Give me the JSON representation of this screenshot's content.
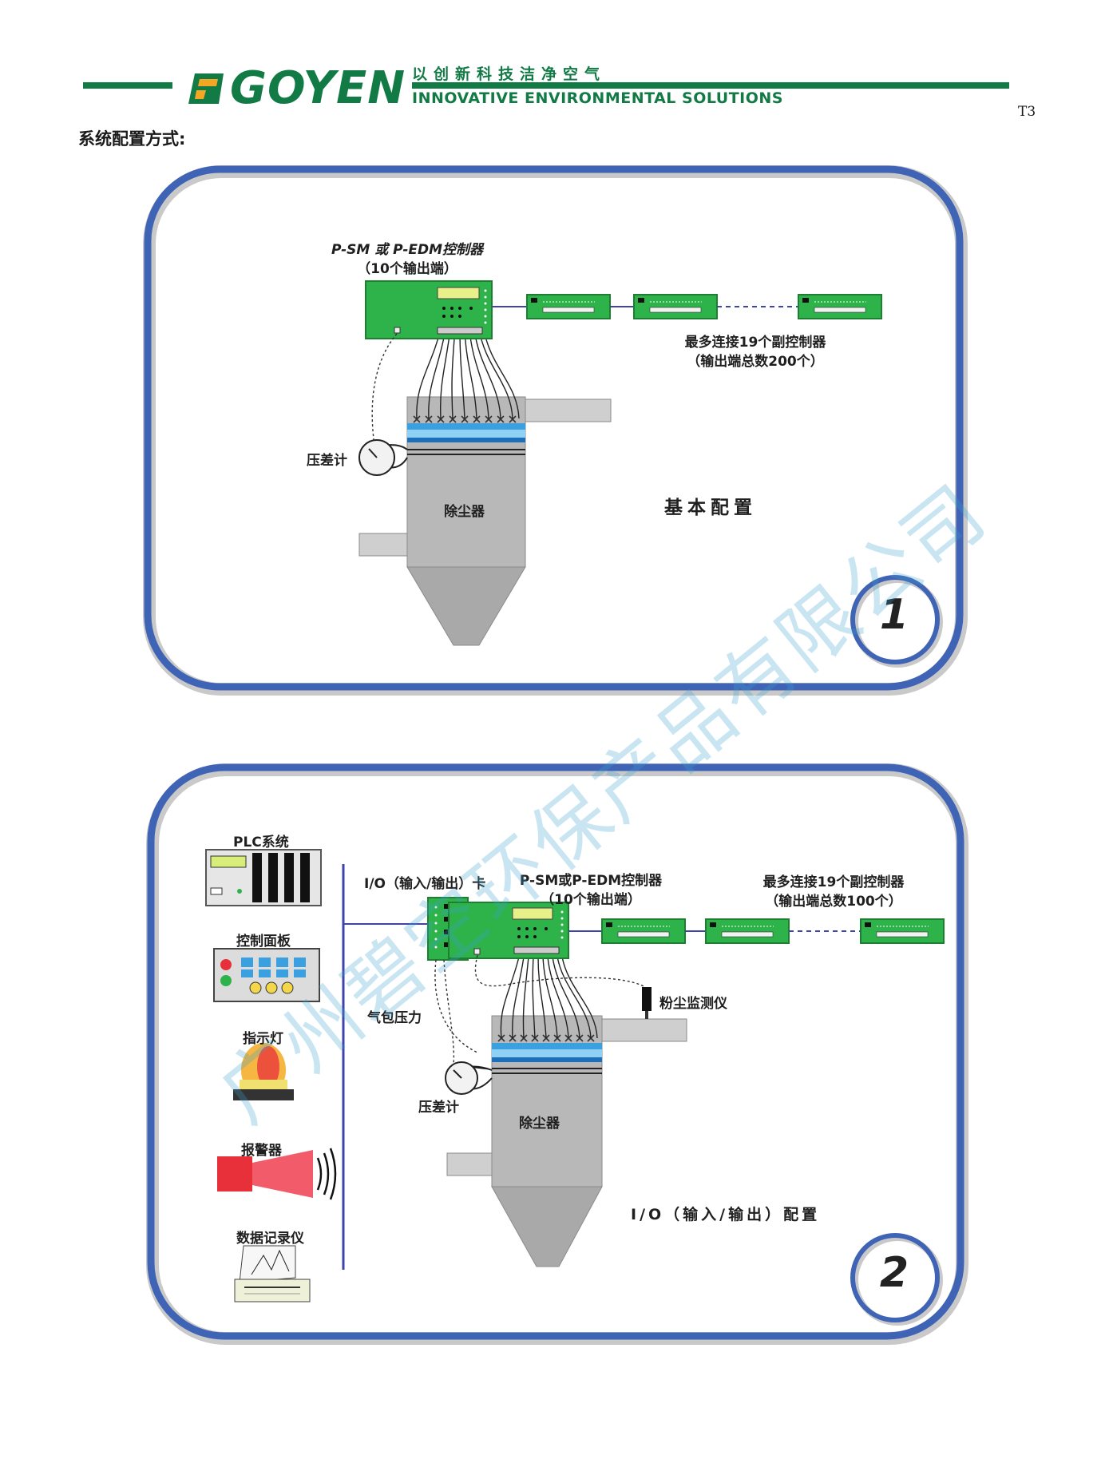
{
  "header": {
    "brand": "GOYEN",
    "slogan_cn": "以创新科技洁净空气",
    "slogan_en": "INNOVATIVE ENVIRONMENTAL SOLUTIONS",
    "page_number": "T3",
    "colors": {
      "brand_green": "#127a45",
      "logo_orange": "#f5a623"
    }
  },
  "section_title": "系统配置方式:",
  "watermark": "广州碧空环保产品有限公司",
  "diagram1": {
    "controller_title": "P-SM 或 P-EDM控制器",
    "controller_sub": "（10个输出端）",
    "sub_controller_note": "最多连接19个副控制器",
    "sub_controller_outputs": "（输出端总数200个）",
    "gauge_label": "压差计",
    "collector_label": "除尘器",
    "config_name": "基本配置",
    "badge": "1"
  },
  "diagram2": {
    "plc_label": "PLC系统",
    "panel_label": "控制面板",
    "light_label": "指示灯",
    "alarm_label": "报警器",
    "recorder_label": "数据记录仪",
    "io_card_label": "I/O（输入/输出）卡",
    "controller_title": "P-SM或P-EDM控制器",
    "controller_sub": "（10个输出端）",
    "sub_controller_note": "最多连接19个副控制器",
    "sub_controller_outputs": "（输出端总数100个）",
    "dust_monitor_label": "粉尘监测仪",
    "air_pressure_label": "气包压力",
    "gauge_label": "压差计",
    "collector_label": "除尘器",
    "config_name": "I/O（输入/输出）配置",
    "badge": "2"
  },
  "colors": {
    "frame_blue": "#3f63b5",
    "board_green": "#2db34a",
    "collector_grey": "#b8b8b8",
    "filter_blue": "#3aa0e0"
  }
}
